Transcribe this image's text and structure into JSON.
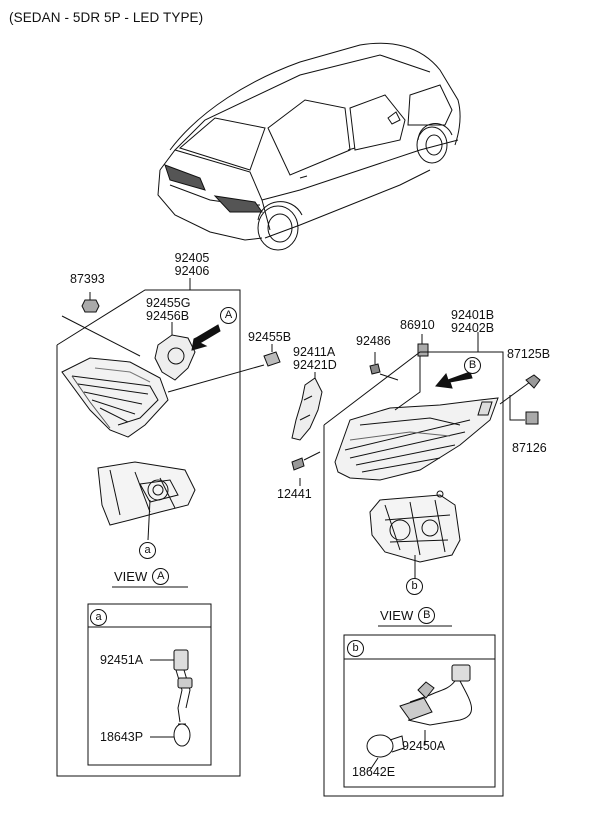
{
  "title": "(SEDAN - 5DR 5P - LED TYPE)",
  "labels": {
    "p87393": "87393",
    "p92405": "92405",
    "p92406": "92406",
    "p92455G": "92455G",
    "p92456B": "92456B",
    "p92455B": "92455B",
    "p92411A": "92411A",
    "p92421D": "92421D",
    "p12441": "12441",
    "p92486": "92486",
    "p86910": "86910",
    "p92401B": "92401B",
    "p92402B": "92402B",
    "p87125B": "87125B",
    "p87126": "87126",
    "p92451A": "92451A",
    "p18643P": "18643P",
    "p92450A": "92450A",
    "p18642E": "18642E"
  },
  "callouts": {
    "A": "A",
    "B": "B",
    "a": "a",
    "b": "b"
  },
  "views": {
    "view_word": "VIEW",
    "view_a_letter": "A",
    "view_b_letter": "B"
  }
}
